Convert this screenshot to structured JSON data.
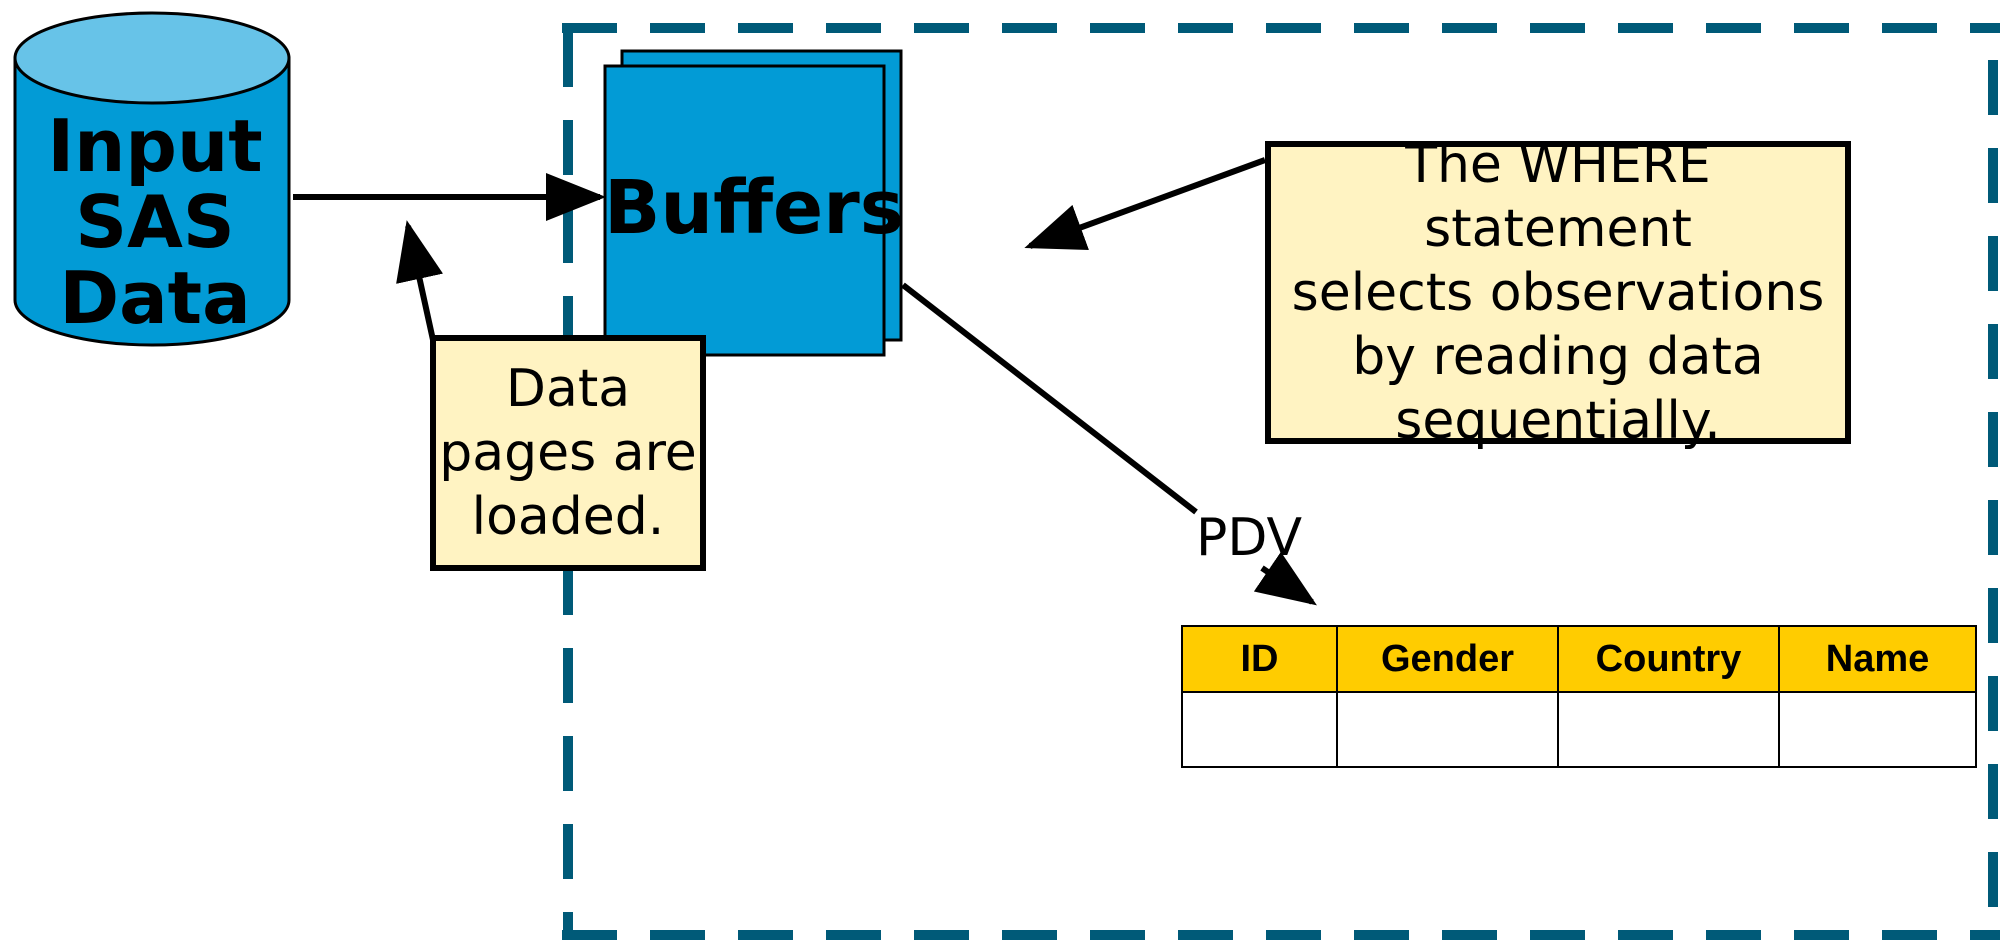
{
  "input_label": "Input SAS Data",
  "input_lines": [
    "Input",
    "SAS",
    "Data"
  ],
  "buffers_label": "Buffers",
  "note_loaded_lines": [
    "Data",
    "pages are",
    "loaded."
  ],
  "note_where_lines": [
    "The WHERE statement",
    "selects observations",
    "by reading data",
    "sequentially."
  ],
  "pdv_label": "PDV",
  "pdv_table": {
    "headers": [
      "ID",
      "Gender",
      "Country",
      "Name"
    ],
    "rows": [
      [
        "",
        "",
        "",
        ""
      ]
    ]
  },
  "colors": {
    "cylinder_body": "#029bd6",
    "cylinder_top": "#67c3e8",
    "buffer_fill": "#029bd6",
    "dashed_border": "#005a78",
    "note_fill": "#fff3c2",
    "table_header": "#ffcc00"
  }
}
